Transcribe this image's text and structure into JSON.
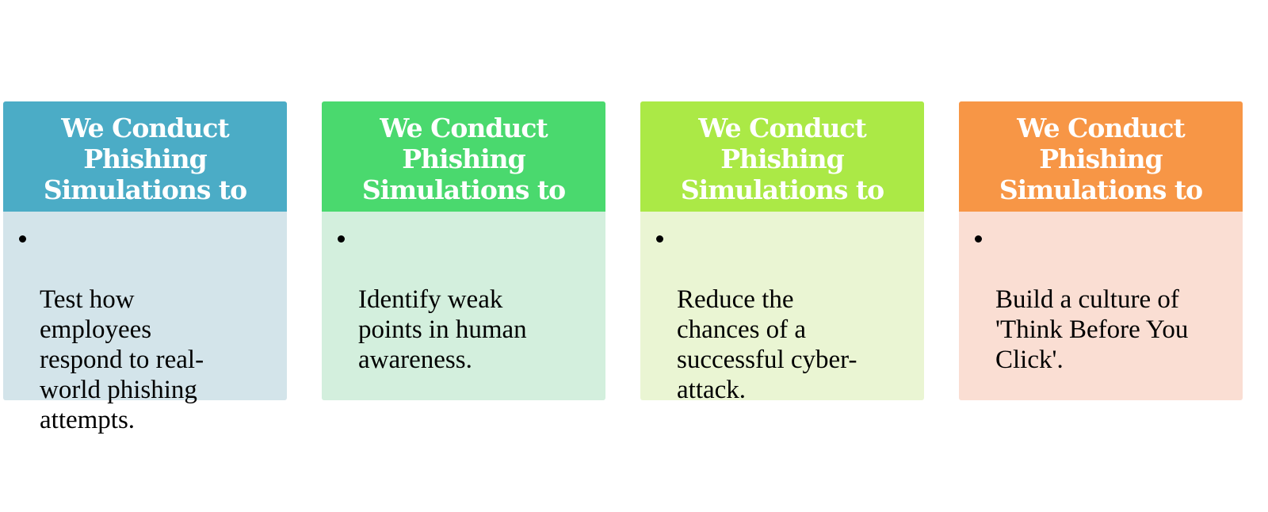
{
  "cards": [
    {
      "title": "We Conduct\nPhishing\nSimulations to",
      "text": "Test how\nemployees\nrespond to real-\nworld phishing\nattempts.",
      "header_color": "#4BACC6",
      "body_color": "#D3E4EA"
    },
    {
      "title": "We Conduct\nPhishing\nSimulations to",
      "text": "Identify weak\npoints in human\nawareness.",
      "header_color": "#4AD96E",
      "body_color": "#D3EFDD"
    },
    {
      "title": "We Conduct\nPhishing\nSimulations to",
      "text": "Reduce the\nchances of a\nsuccessful cyber-\nattack.",
      "header_color": "#ABE946",
      "body_color": "#EAF5D3"
    },
    {
      "title": "We Conduct\nPhishing\nSimulations to",
      "text": "Build a culture of\n'Think Before You\nClick'.",
      "header_color": "#F79646",
      "body_color": "#FADED3"
    }
  ]
}
